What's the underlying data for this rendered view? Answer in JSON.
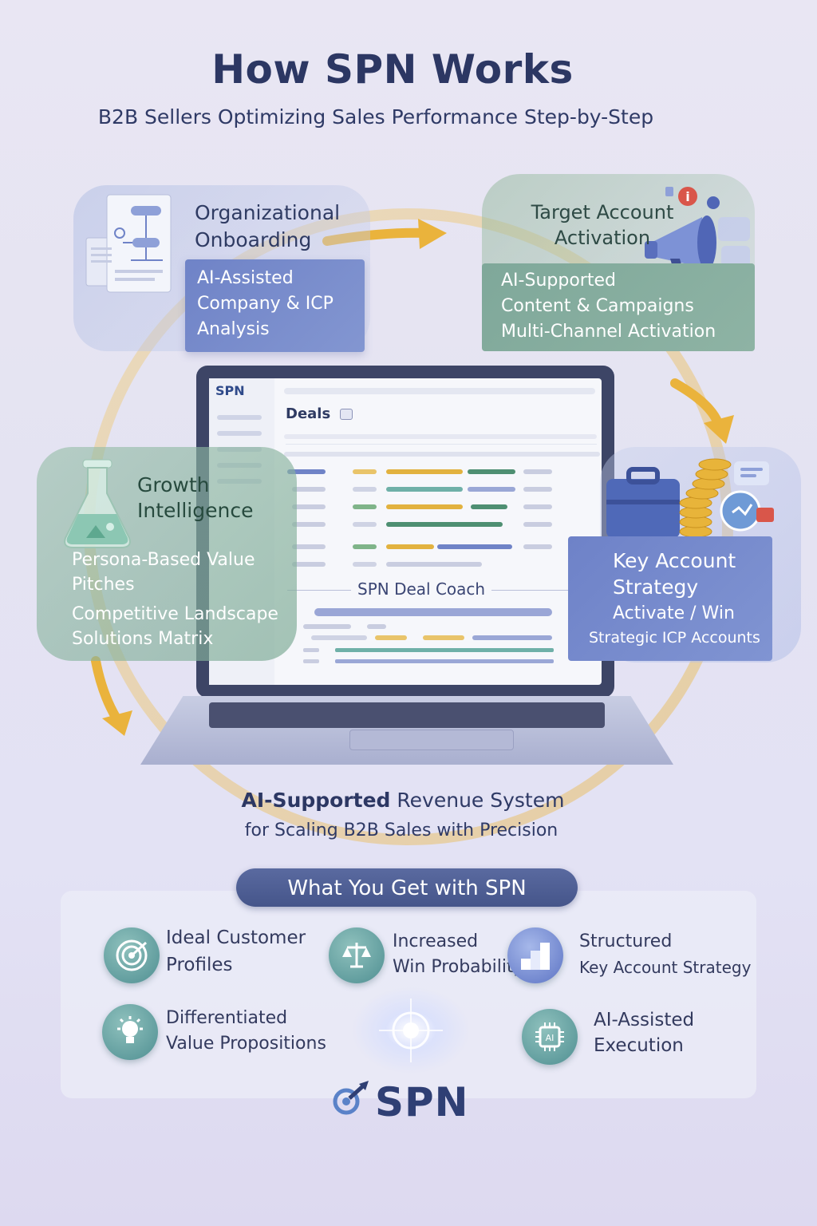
{
  "header": {
    "title": "How SPN Works",
    "subtitle": "B2B Sellers Optimizing Sales Performance Step-by-Step"
  },
  "steps": {
    "onboarding": {
      "title_line1": "Organizational",
      "title_line2": "Onboarding",
      "desc_line1": "AI-Assisted",
      "desc_line2": "Company & ICP",
      "desc_line3": "Analysis"
    },
    "target": {
      "title_line1": "Target Account",
      "title_line2": "Activation",
      "desc_line1": "AI-Supported",
      "desc_line2": "Content & Campaigns",
      "desc_line3": "Multi-Channel Activation"
    },
    "growth": {
      "title_line1": "Growth",
      "title_line2": "Intelligence",
      "desc_line1": "Persona-Based Value",
      "desc_line2": "Pitches",
      "desc_line3": "Competitive Landscape",
      "desc_line4": "Solutions Matrix"
    },
    "key_account": {
      "title_line1": "Key Account",
      "title_line2": "Strategy",
      "desc_line1": "Activate / Win",
      "desc_line2": "Strategic ICP Accounts"
    }
  },
  "laptop": {
    "brand": "SPN",
    "page_title": "Deals",
    "coach_label": "SPN Deal Coach"
  },
  "tagline": {
    "bold": "AI-Supported",
    "rest": " Revenue System",
    "line2": "for Scaling B2B Sales with Precision"
  },
  "benefits": {
    "title": "What You Get with SPN",
    "items": [
      {
        "line1": "Ideal Customer",
        "line2": "Profiles",
        "icon": "target-icon"
      },
      {
        "line1": "Increased",
        "line2": "Win Probability",
        "icon": "scales-icon"
      },
      {
        "line1": "Structured",
        "line2": "Key Account Strategy",
        "icon": "blocks-icon"
      },
      {
        "line1": "Differentiated",
        "line2": "Value Propositions",
        "icon": "lightbulb-icon"
      },
      {
        "line1": "AI-Assisted",
        "line2": "Execution",
        "icon": "ai-chip-icon"
      }
    ]
  },
  "footer": {
    "logo_text": "SPN"
  },
  "colors": {
    "navy": "#2c3763",
    "blue_box": "#6f83c7",
    "green_box": "#7fa89a",
    "arrow": "#eab33c"
  }
}
